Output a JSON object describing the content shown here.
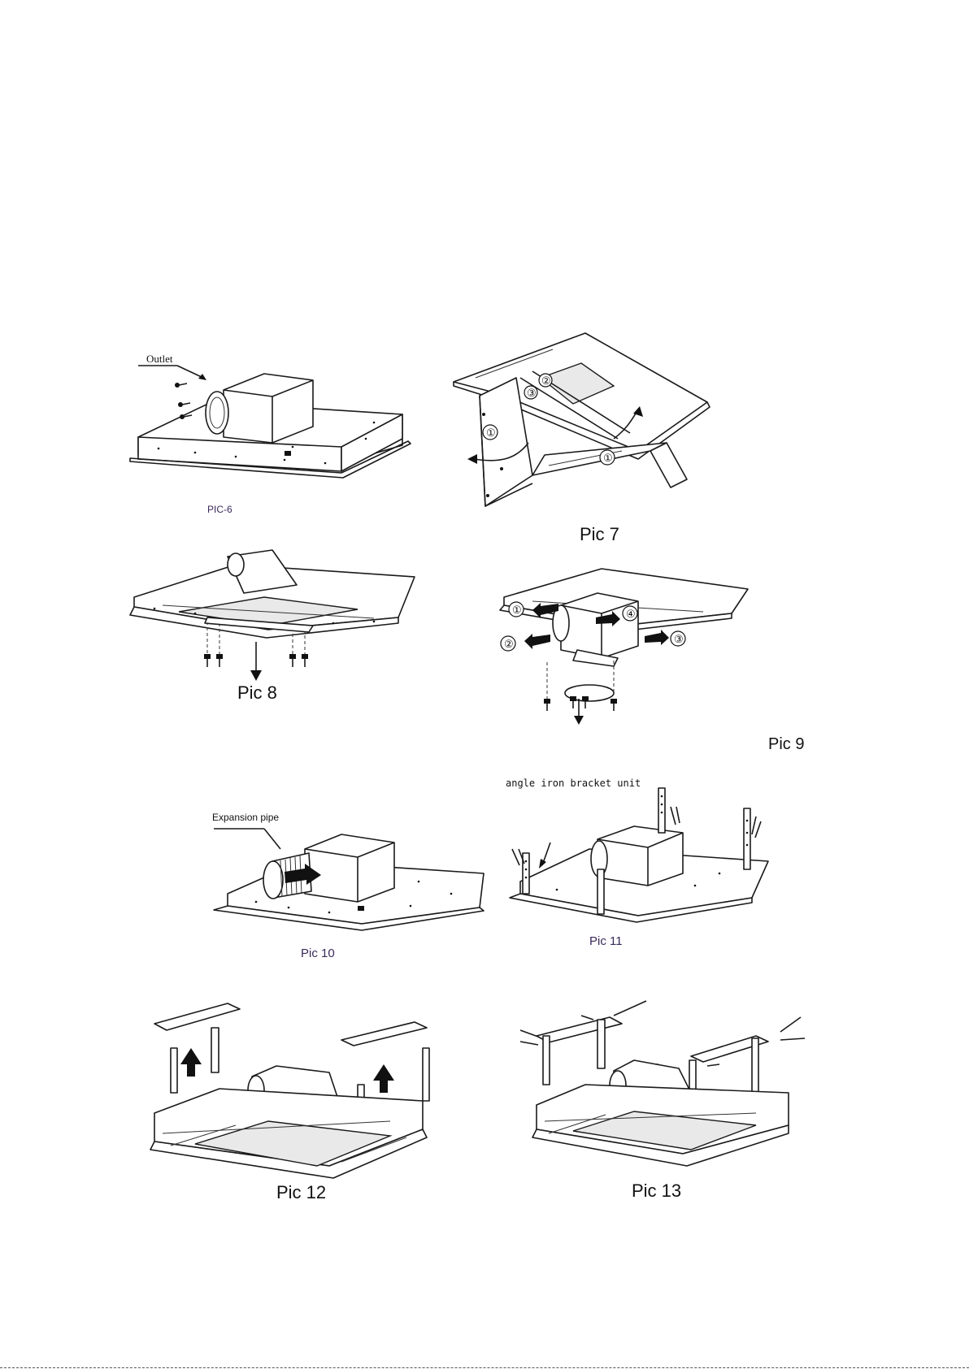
{
  "figures": {
    "pic6": {
      "caption": "PIC-6",
      "callout": "Outlet"
    },
    "pic7": {
      "caption": "Pic 7",
      "steps": [
        "①",
        "②",
        "③",
        "①"
      ]
    },
    "pic8": {
      "caption": "Pic 8"
    },
    "pic9": {
      "caption": "Pic 9",
      "steps": [
        "①",
        "②",
        "③",
        "④"
      ]
    },
    "pic10": {
      "caption": "Pic 10",
      "callout": "Expansion pipe"
    },
    "pic11": {
      "caption": "Pic 11",
      "callout": "angle iron bracket unit"
    },
    "pic12": {
      "caption": "Pic 12"
    },
    "pic13": {
      "caption": "Pic 13"
    }
  },
  "colors": {
    "ink": "#1a1a1a",
    "caption_purple": "#3a2a5c",
    "background": "#ffffff"
  }
}
